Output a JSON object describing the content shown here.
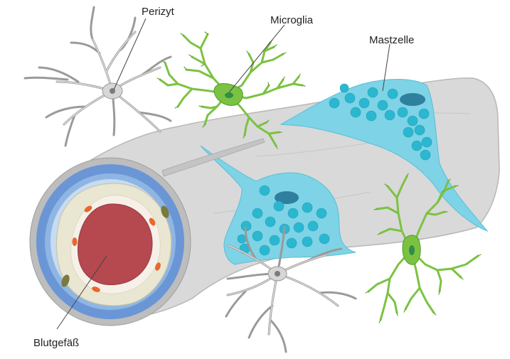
{
  "labels": {
    "perizyt": "Perizyt",
    "microglia": "Microglia",
    "mastzelle": "Mastzelle",
    "blutgefaess": "Blutgefäß"
  },
  "colors": {
    "vessel_body": "#d9d9d9",
    "vessel_outline": "#b7b7b7",
    "mast_cell": "#7fd3e6",
    "mast_granule": "#2bb7d0",
    "mast_nucleus": "#2f7f9e",
    "microglia": "#7cc242",
    "microglia_dark": "#4f9a2a",
    "pericyte": "#d6d6d6",
    "pericyte_outline": "#9a9a9a",
    "lumen": "#b5494f",
    "endothelium": "#f6f1e8",
    "endothelial_nucleus": "#e8672b",
    "smooth_muscle": "#e9e6d2",
    "muscle_nucleus": "#7a7a3e",
    "basal_lamina": "#8fb6e3",
    "adventitia": "#6a96d6",
    "outer_ring": "#bdbdbd"
  }
}
